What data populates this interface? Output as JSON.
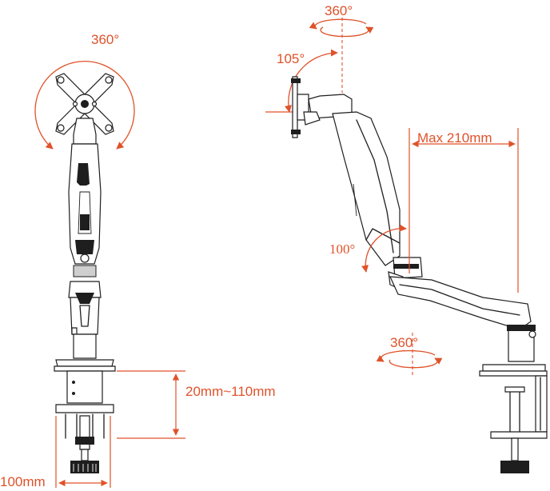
{
  "labels": {
    "front_rotation": "360°",
    "top_rotation": "360°",
    "tilt": "105°",
    "arm_reach": "Max 210mm",
    "arm_angle": "100°",
    "base_rotation": "360°",
    "clamp_range": "20mm~110mm",
    "clamp_width": "100mm"
  },
  "colors": {
    "accent": "#e0522a",
    "ink": "#1e1e1e",
    "dimension_text": "#3a3a3a"
  }
}
